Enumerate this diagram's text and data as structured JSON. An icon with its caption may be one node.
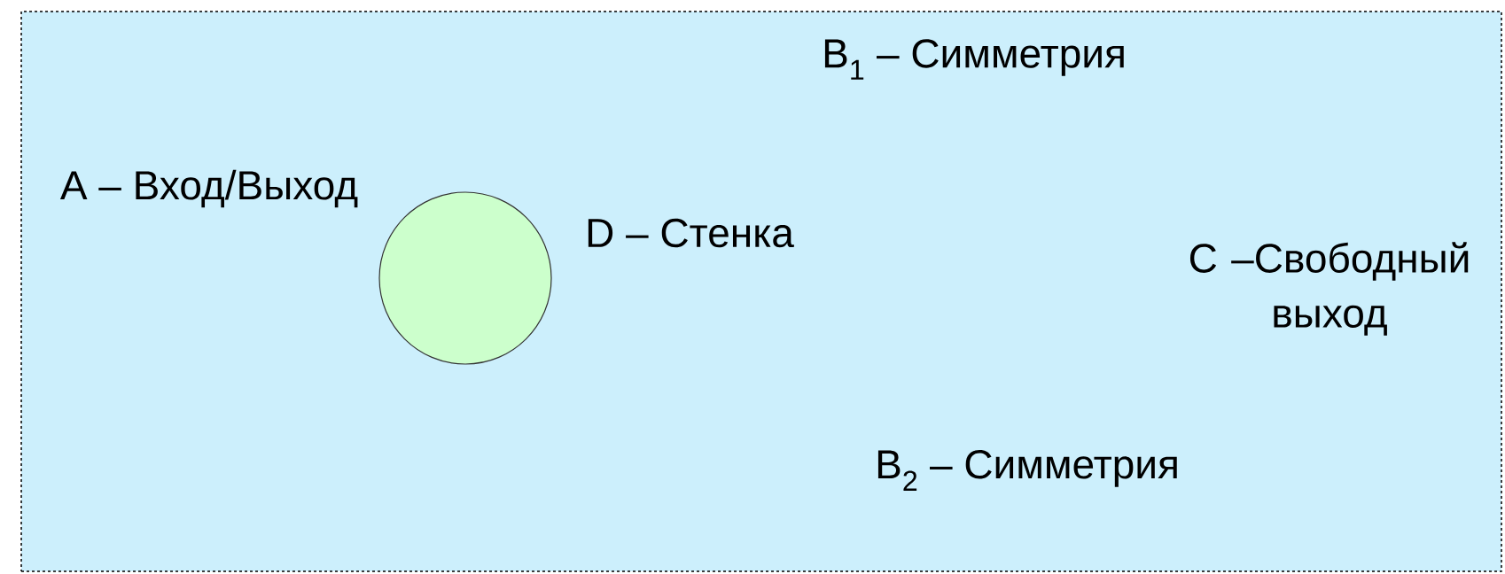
{
  "diagram": {
    "nodes": [
      {
        "text": [],
        "shape": "box"
      },
      {
        "text": [],
        "shape": "circle",
        "in": 0
      }
    ],
    "labels": [
      "B$_{1}$ – Симметрия",
      "A – Вход/Выход",
      "D – Стенка",
      "C –Свободный выход",
      "B$_{2}$ – Симметрия"
    ]
  }
}
